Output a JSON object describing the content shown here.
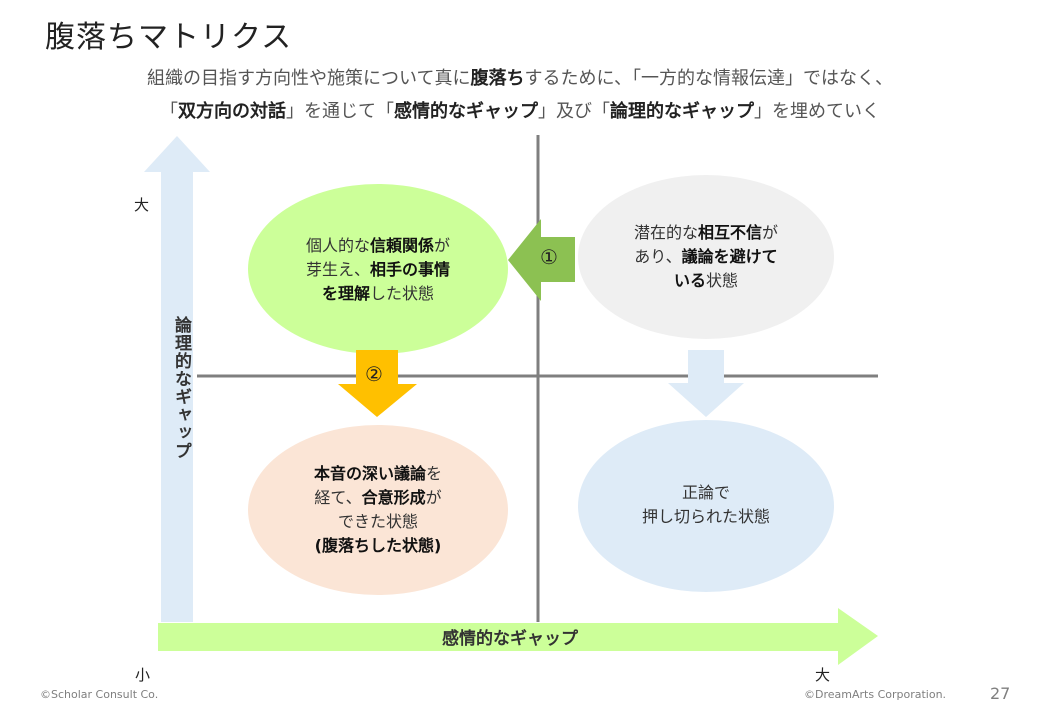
{
  "title": "腹落ちマトリクス",
  "subtitle_line1": [
    {
      "t": "組織の目指す方向性や施策について真に",
      "b": false
    },
    {
      "t": "腹落ち",
      "b": true
    },
    {
      "t": "するために、「一方的な情報伝達」ではなく、",
      "b": false
    }
  ],
  "subtitle_line2": [
    {
      "t": "「",
      "b": false
    },
    {
      "t": "双方向の対話",
      "b": true
    },
    {
      "t": "」を通じて「",
      "b": false
    },
    {
      "t": "感情的なギャップ",
      "b": true
    },
    {
      "t": "」及び「",
      "b": false
    },
    {
      "t": "論理的なギャップ",
      "b": true
    },
    {
      "t": "」を埋めていく",
      "b": false
    }
  ],
  "axes": {
    "y_label": "論理的なギャップ",
    "x_label": "感情的なギャップ",
    "y_high": "大",
    "origin": "小",
    "x_high": "大"
  },
  "quadrants": {
    "top_left": {
      "lines": [
        [
          {
            "t": "個人的な",
            "b": false
          },
          {
            "t": "信頼関係",
            "b": true
          },
          {
            "t": "が",
            "b": false
          }
        ],
        [
          {
            "t": "芽生え、",
            "b": false
          },
          {
            "t": "相手の事情",
            "b": true
          }
        ],
        [
          {
            "t": "を理解",
            "b": true
          },
          {
            "t": "した状態",
            "b": false
          }
        ]
      ],
      "color": "#ccff99"
    },
    "top_right": {
      "lines": [
        [
          {
            "t": "潜在的な",
            "b": false
          },
          {
            "t": "相互不信",
            "b": true
          },
          {
            "t": "が",
            "b": false
          }
        ],
        [
          {
            "t": "あり、",
            "b": false
          },
          {
            "t": "議論を避けて",
            "b": true
          }
        ],
        [
          {
            "t": "いる",
            "b": true
          },
          {
            "t": "状態",
            "b": false
          }
        ]
      ],
      "color": "#f0f0f0"
    },
    "bottom_left": {
      "lines": [
        [
          {
            "t": "本音の深い議論",
            "b": true
          },
          {
            "t": "を",
            "b": false
          }
        ],
        [
          {
            "t": "経て、",
            "b": false
          },
          {
            "t": "合意形成",
            "b": true
          },
          {
            "t": "が",
            "b": false
          }
        ],
        [
          {
            "t": "できた状態",
            "b": false
          }
        ],
        [
          {
            "t": "(腹落ちした状態)",
            "b": true
          }
        ]
      ],
      "color": "#fbe5d6"
    },
    "bottom_right": {
      "lines": [
        [
          {
            "t": "正論で",
            "b": false
          }
        ],
        [
          {
            "t": "押し切られた状態",
            "b": false
          }
        ]
      ],
      "color": "#deebf7"
    }
  },
  "markers": {
    "step1": "①",
    "step2": "②"
  },
  "colors": {
    "step1_arrow": "#8cc152",
    "step2_arrow": "#ffc000",
    "down_arrow": "#deebf7",
    "y_axis_arrow": "#deebf7",
    "x_axis_arrow": "#ccff99",
    "divider": "#7f7f7f"
  },
  "footer": {
    "left": "©Scholar Consult Co.",
    "right": "©DreamArts Corporation.",
    "page": "27"
  }
}
